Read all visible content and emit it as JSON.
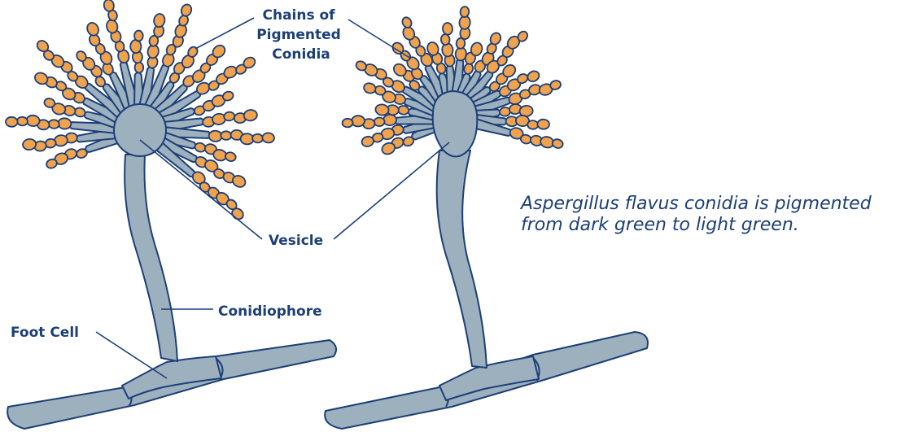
{
  "colors": {
    "outline": "#1c3f78",
    "body_fill": "#9db0be",
    "spore_fill": "#f0a24d",
    "text": "#1c3f78"
  },
  "labels": {
    "chains": [
      "Chains of",
      "Pigmented",
      "Conidia"
    ],
    "vesicle": "Vesicle",
    "conidiophore": "Conidiophore",
    "foot_cell": "Foot Cell"
  },
  "caption": {
    "line1": "Aspergillus flavus conidia is pigmented",
    "line2": "from dark green to light green."
  }
}
